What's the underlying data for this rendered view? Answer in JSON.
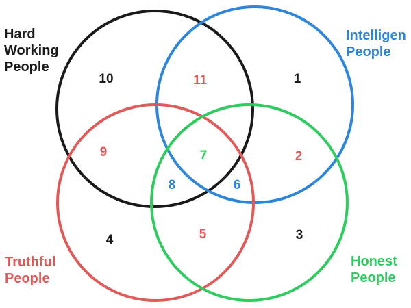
{
  "sets": [
    {
      "id": "hard-working",
      "label": "Hard\nWorking\nPeople",
      "color": "#1a1a1a"
    },
    {
      "id": "intelligent",
      "label": "Intelligen\nPeople",
      "color": "#2f86d9"
    },
    {
      "id": "truthful",
      "label": "Truthful\nPeople",
      "color": "#e05a5a"
    },
    {
      "id": "honest",
      "label": "Honest\nPeople",
      "color": "#2ecc5f"
    }
  ],
  "regions": [
    {
      "id": "hard-working-only",
      "value": "10",
      "color": "#1a1a1a"
    },
    {
      "id": "hard-working-intelligent",
      "value": "11",
      "color": "#e05a5a"
    },
    {
      "id": "intelligent-only",
      "value": "1",
      "color": "#1a1a1a"
    },
    {
      "id": "hard-working-truthful",
      "value": "9",
      "color": "#e05a5a"
    },
    {
      "id": "center",
      "value": "7",
      "color": "#2ecc5f"
    },
    {
      "id": "intelligent-honest",
      "value": "2",
      "color": "#e05a5a"
    },
    {
      "id": "hard-working-truthful-honest",
      "value": "8",
      "color": "#2f86d9"
    },
    {
      "id": "intelligent-truthful-honest",
      "value": "6",
      "color": "#2f86d9"
    },
    {
      "id": "truthful-only",
      "value": "4",
      "color": "#1a1a1a"
    },
    {
      "id": "truthful-honest",
      "value": "5",
      "color": "#e05a5a"
    },
    {
      "id": "honest-only",
      "value": "3",
      "color": "#1a1a1a"
    }
  ]
}
